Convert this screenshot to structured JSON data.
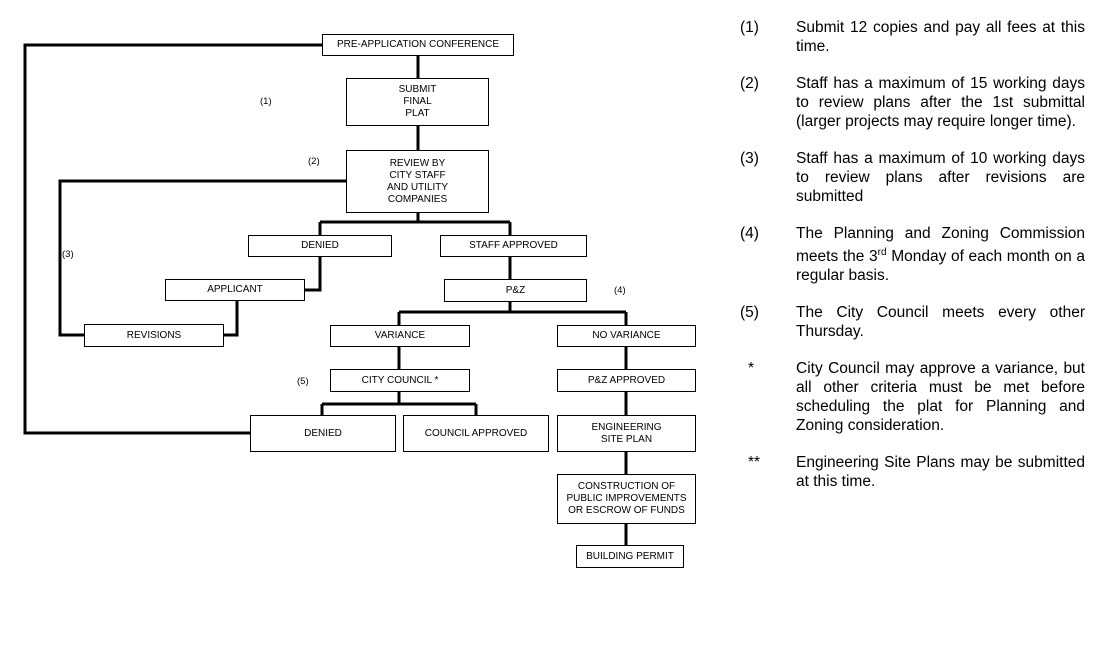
{
  "diagram": {
    "nodes": {
      "pre_application": "PRE-APPLICATION CONFERENCE",
      "submit_final_plat": "SUBMIT\nFINAL\nPLAT",
      "review": "REVIEW BY\nCITY STAFF\nAND UTILITY\nCOMPANIES",
      "denied_staff": "DENIED",
      "staff_approved": "STAFF APPROVED",
      "applicant": "APPLICANT",
      "pz": "P&Z",
      "revisions": "REVISIONS",
      "variance": "VARIANCE",
      "no_variance": "NO VARIANCE",
      "city_council": "CITY COUNCIL *",
      "pz_approved": "P&Z APPROVED",
      "denied_council": "DENIED",
      "council_approved": "COUNCIL APPROVED",
      "engineering_site_plan": "ENGINEERING\nSITE PLAN",
      "construction": "CONSTRUCTION OF\nPUBLIC IMPROVEMENTS\nOR ESCROW OF FUNDS",
      "building_permit": "BUILDING PERMIT"
    },
    "step_labels": {
      "s1": "(1)",
      "s2": "(2)",
      "s3": "(3)",
      "s4": "(4)",
      "s5": "(5)"
    }
  },
  "notes": [
    {
      "marker": "(1)",
      "text": "Submit 12 copies and pay all fees at this time."
    },
    {
      "marker": "(2)",
      "text": "Staff has a maximum of 15 working days to review plans after the 1st submittal (larger projects may require longer time)."
    },
    {
      "marker": "(3)",
      "text": "Staff has a maximum of 10 working days to review plans after revisions are submitted"
    },
    {
      "marker": "(4)",
      "text_before": "The Planning and Zoning Commission meets the 3",
      "superscript": "rd",
      "text_after": " Monday of each month on a regular basis."
    },
    {
      "marker": "(5)",
      "text": "The City Council meets every other Thursday."
    },
    {
      "marker": "*",
      "text": "City Council may approve a variance, but all other criteria must be met before scheduling the plat for Planning and Zoning consideration."
    },
    {
      "marker": "**",
      "text": "Engineering Site Plans may be submitted at this time."
    }
  ]
}
